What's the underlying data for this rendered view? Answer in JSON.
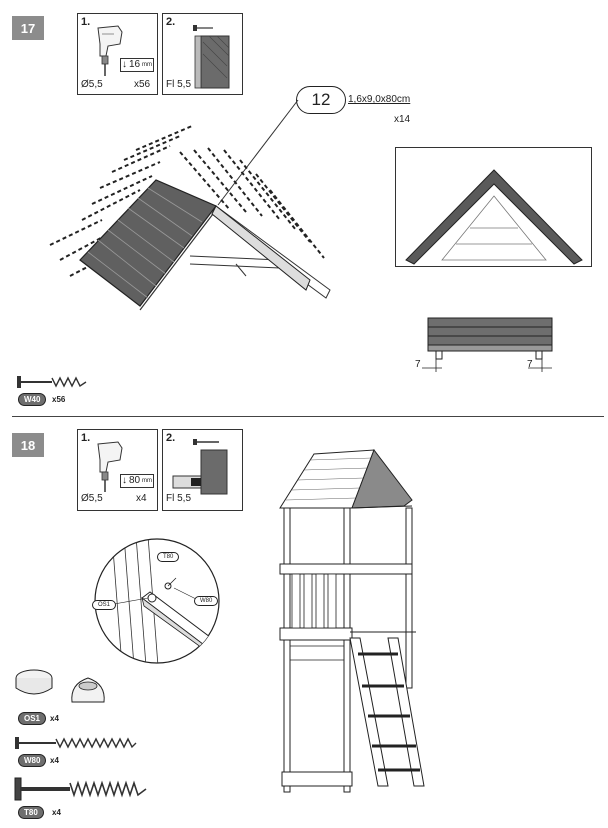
{
  "step17": {
    "number": "17",
    "tool1": {
      "index": "1.",
      "depth": "16",
      "depth_unit": "mm",
      "bit": "Ø5,5",
      "count": "x56"
    },
    "tool2": {
      "index": "2.",
      "label": "Fl 5,5"
    },
    "part": {
      "number": "12",
      "spec": "1,6x9,0x80cm",
      "count": "x14"
    },
    "offset_left": "7",
    "offset_right": "7",
    "screw": {
      "code": "W40",
      "count": "x56"
    }
  },
  "step18": {
    "number": "18",
    "tool1": {
      "index": "1.",
      "depth": "80",
      "depth_unit": "mm",
      "bit": "Ø5,5",
      "count": "x4"
    },
    "tool2": {
      "index": "2.",
      "label": "Fl 5,5"
    },
    "detail": {
      "t80": "T80",
      "os1": "OS1",
      "w80": "W80"
    },
    "parts": [
      {
        "code": "OS1",
        "count": "x4",
        "icon": "cap-icon"
      },
      {
        "code": "W80",
        "count": "x4",
        "icon": "screw-icon"
      },
      {
        "code": "T80",
        "count": "x4",
        "icon": "bolt-icon"
      }
    ]
  }
}
